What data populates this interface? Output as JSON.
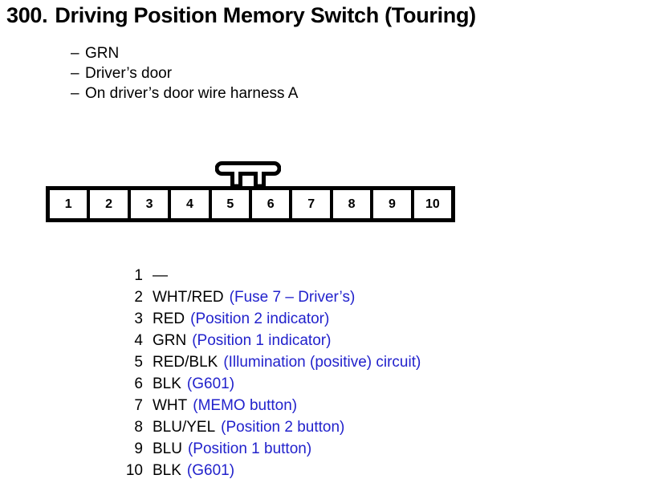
{
  "document": {
    "item_number": "300.",
    "title": "Driving Position Memory Switch (Touring)",
    "bullets": [
      {
        "dash": "–",
        "text": "GRN"
      },
      {
        "dash": "–",
        "text": "Driver’s door"
      },
      {
        "dash": "–",
        "text": "On driver’s door wire harness A"
      }
    ]
  },
  "connector": {
    "pin_labels": [
      "1",
      "2",
      "3",
      "4",
      "5",
      "6",
      "7",
      "8",
      "9",
      "10"
    ],
    "latch_name": "connector-latch-tab"
  },
  "pinout": {
    "rows": [
      {
        "pin": "1",
        "wire": "—",
        "desc": ""
      },
      {
        "pin": "2",
        "wire": "WHT/RED",
        "desc": "(Fuse 7 – Driver’s)"
      },
      {
        "pin": "3",
        "wire": "RED",
        "desc": "(Position 2 indicator)"
      },
      {
        "pin": "4",
        "wire": "GRN",
        "desc": "(Position 1 indicator)"
      },
      {
        "pin": "5",
        "wire": "RED/BLK",
        "desc": "(Illumination (positive) circuit)"
      },
      {
        "pin": "6",
        "wire": "BLK",
        "desc": "(G601)"
      },
      {
        "pin": "7",
        "wire": "WHT",
        "desc": "(MEMO button)"
      },
      {
        "pin": "8",
        "wire": "BLU/YEL",
        "desc": "(Position 2 button)"
      },
      {
        "pin": "9",
        "wire": "BLU",
        "desc": "(Position 1 button)"
      },
      {
        "pin": "10",
        "wire": "BLK",
        "desc": "(G601)"
      }
    ]
  },
  "colors": {
    "text": "#000000",
    "description": "#2222cc",
    "connector_frame": "#000000",
    "connector_cell": "#ffffff",
    "page_background": "#ffffff"
  }
}
